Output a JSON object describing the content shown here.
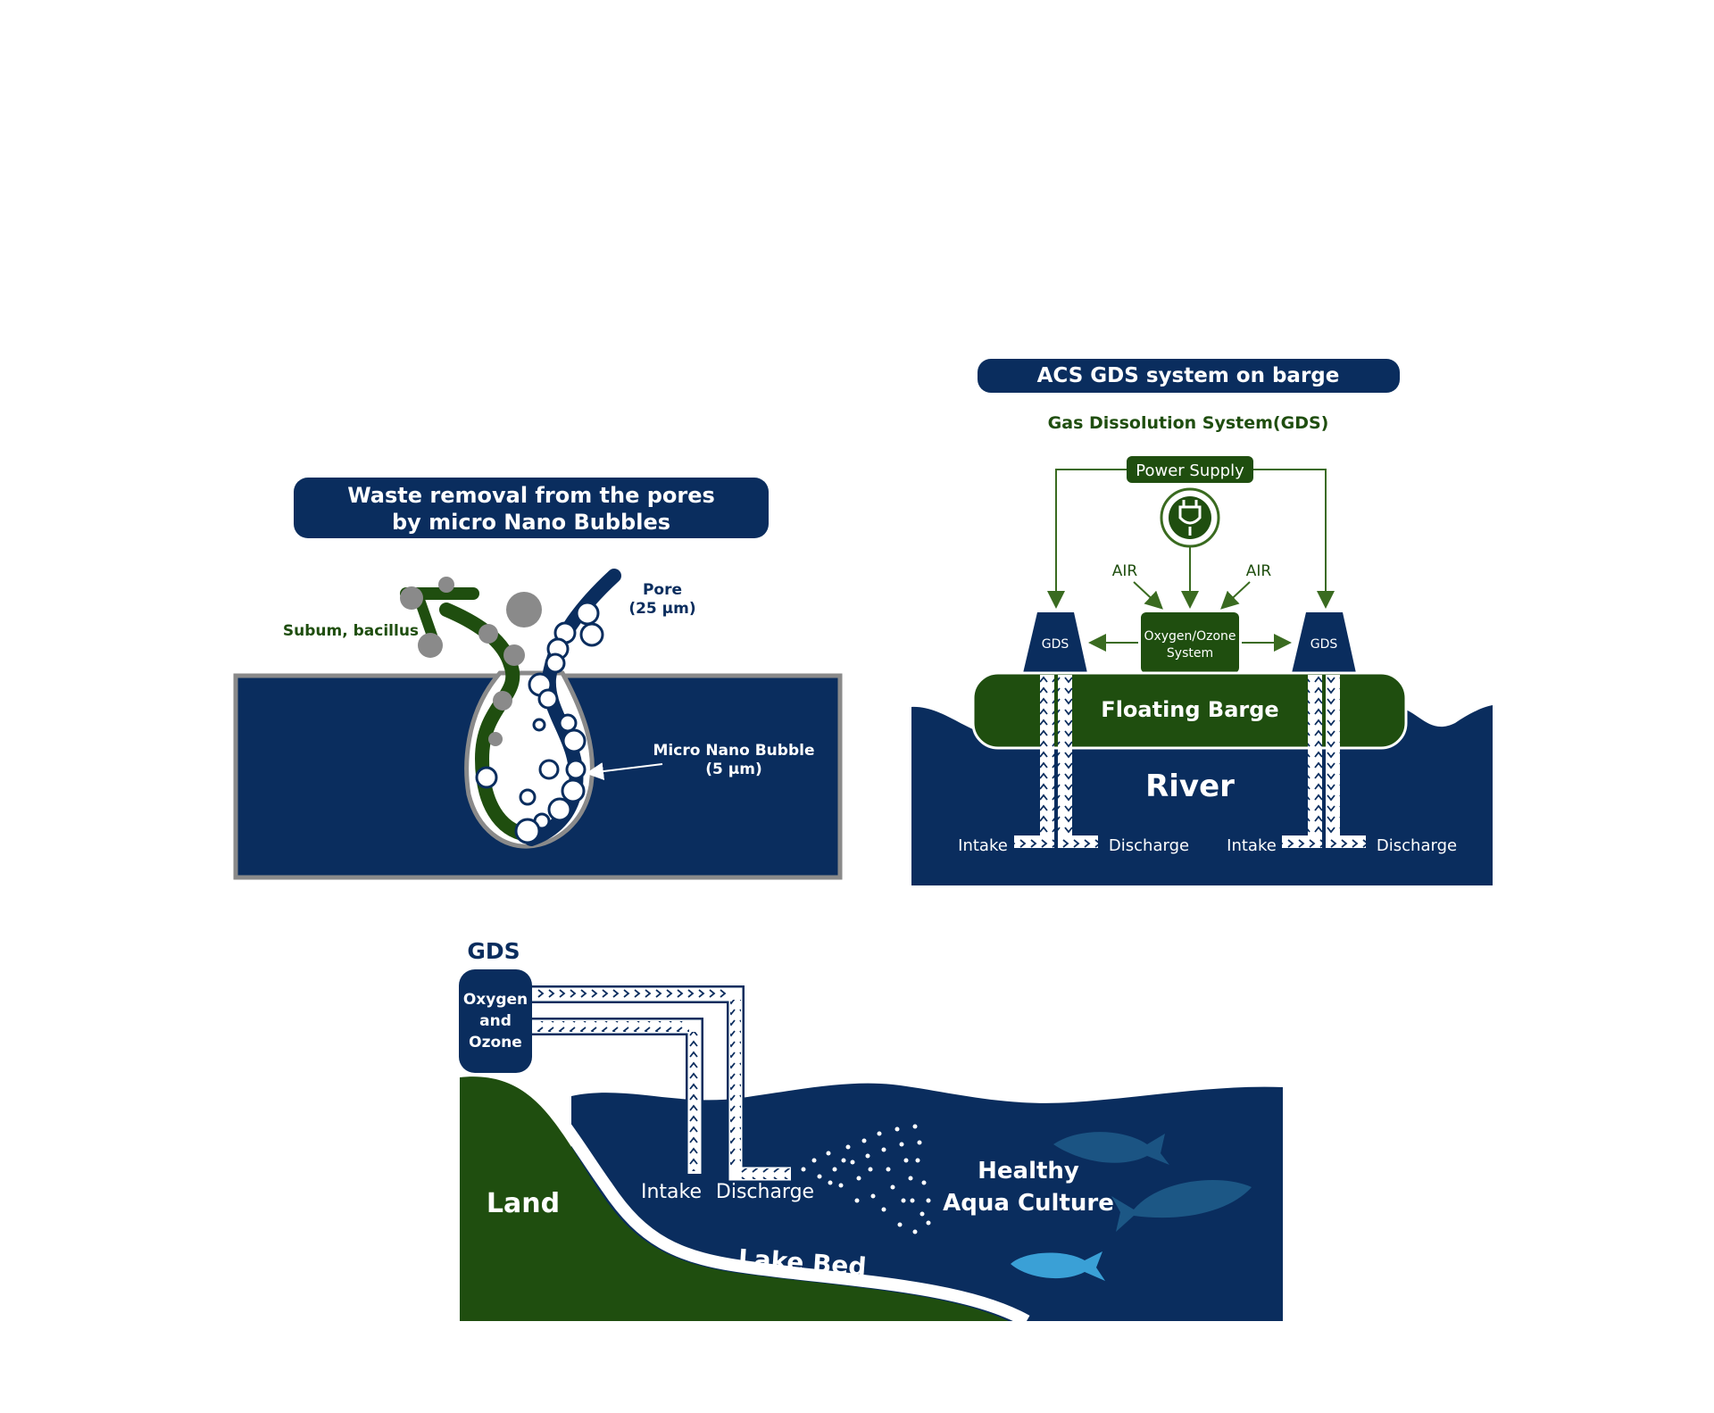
{
  "colors": {
    "navy": "#0a2d5e",
    "green": "#1f4e0f",
    "bright_green": "#2e6b1a",
    "arrow_green": "#3a6b20",
    "gray": "#8a8a8a",
    "white": "#ffffff"
  },
  "pores_panel": {
    "title_line1": "Waste removal from the pores",
    "title_line2": "by micro Nano Bubbles",
    "bacteria_label": "Subum, bacillus",
    "pore_label_line1": "Pore",
    "pore_label_line2": "(25 µm)",
    "bubble_label_line1": "Micro Nano Bubble",
    "bubble_label_line2": "(5 µm)"
  },
  "barge_panel": {
    "title": "ACS GDS system on barge",
    "subtitle": "Gas Dissolution System(GDS)",
    "power_supply": "Power Supply",
    "air_left": "AIR",
    "air_right": "AIR",
    "gds_left": "GDS",
    "gds_right": "GDS",
    "oxygen_system_line1": "Oxygen/Ozone",
    "oxygen_system_line2": "System",
    "barge_label": "Floating Barge",
    "river_label": "River",
    "intake_left": "Intake",
    "discharge_left": "Discharge",
    "intake_right": "Intake",
    "discharge_right": "Discharge"
  },
  "lake_panel": {
    "gds_label": "GDS",
    "unit_line1": "Oxygen",
    "unit_line2": "and",
    "unit_line3": "Ozone",
    "land_label": "Land",
    "intake": "Intake",
    "discharge": "Discharge",
    "aqua_line1": "Healthy",
    "aqua_line2": "Aqua Culture",
    "lake_bed": "Lake Bed"
  }
}
